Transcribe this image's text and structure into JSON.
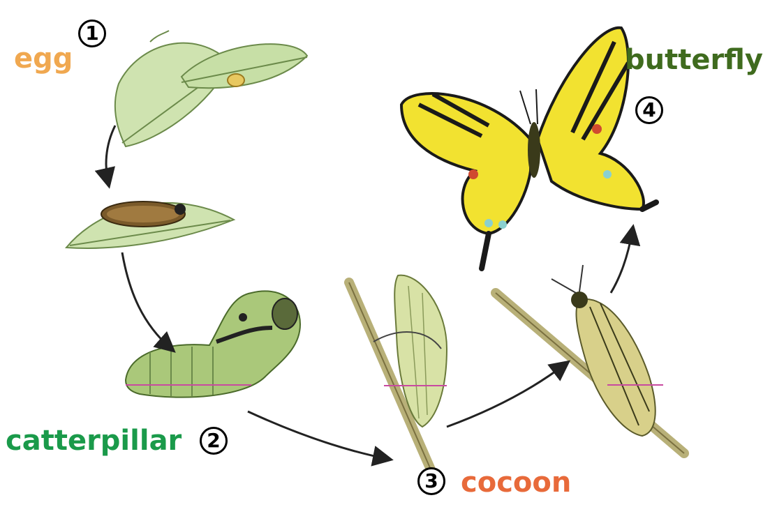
{
  "stages": [
    {
      "number": "1",
      "label": "egg",
      "color": "#f0a850"
    },
    {
      "number": "2",
      "label": "catterpillar",
      "color": "#1a9a4a"
    },
    {
      "number": "3",
      "label": "cocoon",
      "color": "#e86a3a"
    },
    {
      "number": "4",
      "label": "butterfly",
      "color": "#3f6b1e"
    }
  ]
}
